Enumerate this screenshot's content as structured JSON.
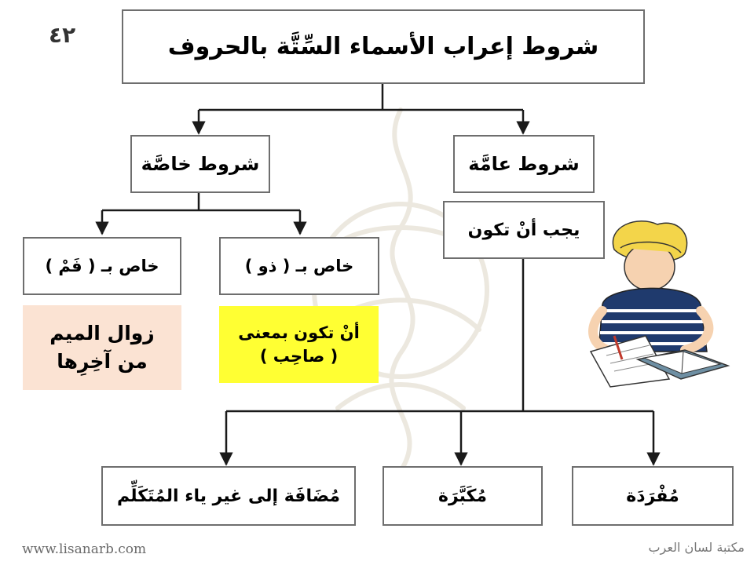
{
  "page_number": "٤٢",
  "title": "شروط إعراب الأسماء السِّتَّة بالحروف",
  "general_conditions": {
    "heading": "شروط عامَّة",
    "subheading": "يجب أنْ تكون",
    "items": [
      "مُفْرَدَة",
      "مُكَبَّرَة",
      "مُضَافَة إلى غير ياء المُتَكَلِّم"
    ]
  },
  "special_conditions": {
    "heading": "شروط خاصَّة",
    "dhu": {
      "label": "خاص بـ ( ذو )",
      "note_lines": [
        "أنْ تكون بمعنى",
        "( صاحِب )"
      ]
    },
    "fam": {
      "label": "خاص بـ ( فَمْ )",
      "note_lines": [
        "زوال الميم",
        "من آخِرِها"
      ]
    }
  },
  "footer": {
    "website": "www.lisanarb.com",
    "logo_text": "مكتبة لسان العرب"
  },
  "colors": {
    "box_border": "#6e6e6e",
    "connector": "#1a1a1a",
    "dhu_note_bg": "#ffff33",
    "fam_note_bg": "#fbe3d3"
  }
}
